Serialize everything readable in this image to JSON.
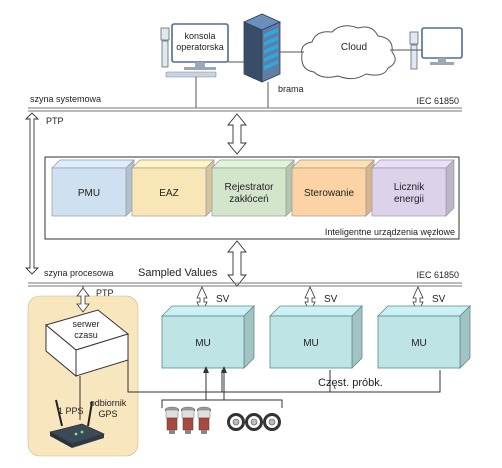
{
  "top": {
    "operator_console": "konsola\noperatorska",
    "gateway": "brama",
    "cloud": "Cloud"
  },
  "station_bus": {
    "label": "szyna systemowa",
    "standard": "IEC 61850",
    "ptp": "PTP"
  },
  "ied_group": {
    "title": "Inteligentne urządzenia węzłowe",
    "devices": [
      {
        "label": "PMU",
        "color": "#cfe0f1"
      },
      {
        "label": "EAZ",
        "color": "#f8e6b7"
      },
      {
        "label": "Rejestrator\nzakłóceń",
        "color": "#d3e6cb"
      },
      {
        "label": "Sterowanie",
        "color": "#fbd3a4"
      },
      {
        "label": "Licznik\nenergii",
        "color": "#dcd2ea"
      }
    ]
  },
  "process_bus": {
    "label": "szyna procesowa",
    "sampled_values": "Sampled Values",
    "standard": "IEC 61850"
  },
  "time_server": {
    "ptp": "PTP",
    "server": "serwer\nczasu",
    "pps": "1 PPS",
    "gps": "odbiornik\nGPS",
    "panel_color": "#f8e6bf"
  },
  "merging_units": [
    {
      "label": "MU",
      "sv": "SV"
    },
    {
      "label": "MU",
      "sv": "SV"
    },
    {
      "label": "MU",
      "sv": "SV"
    }
  ],
  "sampling": {
    "label": "Częst. próbk."
  },
  "colors": {
    "mu_fill": "#bfe4e6",
    "bus_line": "#777777",
    "outline": "#333333"
  }
}
